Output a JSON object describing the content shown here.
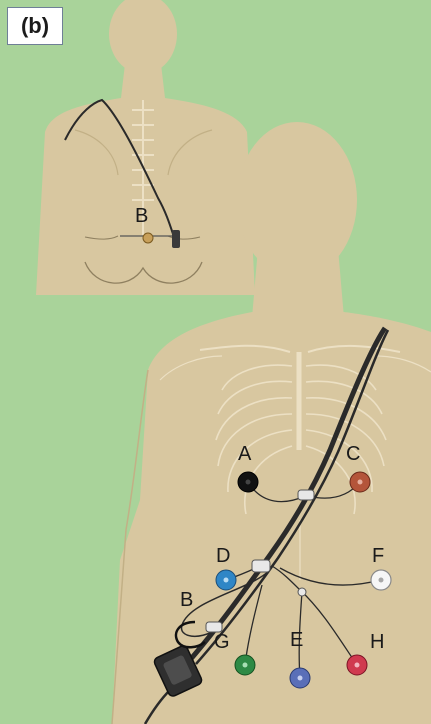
{
  "figure": {
    "panel_label": "(b)",
    "background_color": "#a9d39a",
    "body_color": "#d8c7a0",
    "outline_color": "#8f8060"
  },
  "electrodes": [
    {
      "id": "A",
      "label": "A",
      "color": "#111111"
    },
    {
      "id": "C",
      "label": "C",
      "color": "#b4553a"
    },
    {
      "id": "D",
      "label": "D",
      "color": "#2f86c6"
    },
    {
      "id": "F",
      "label": "F",
      "color": "#f6f6f6"
    },
    {
      "id": "B",
      "label": "B",
      "color": "#c8a05a"
    },
    {
      "id": "G",
      "label": "G",
      "color": "#2e8a45"
    },
    {
      "id": "E",
      "label": "E",
      "color": "#5a6fb8"
    },
    {
      "id": "H",
      "label": "H",
      "color": "#d03a4f"
    }
  ],
  "back_view": {
    "label": "B"
  }
}
